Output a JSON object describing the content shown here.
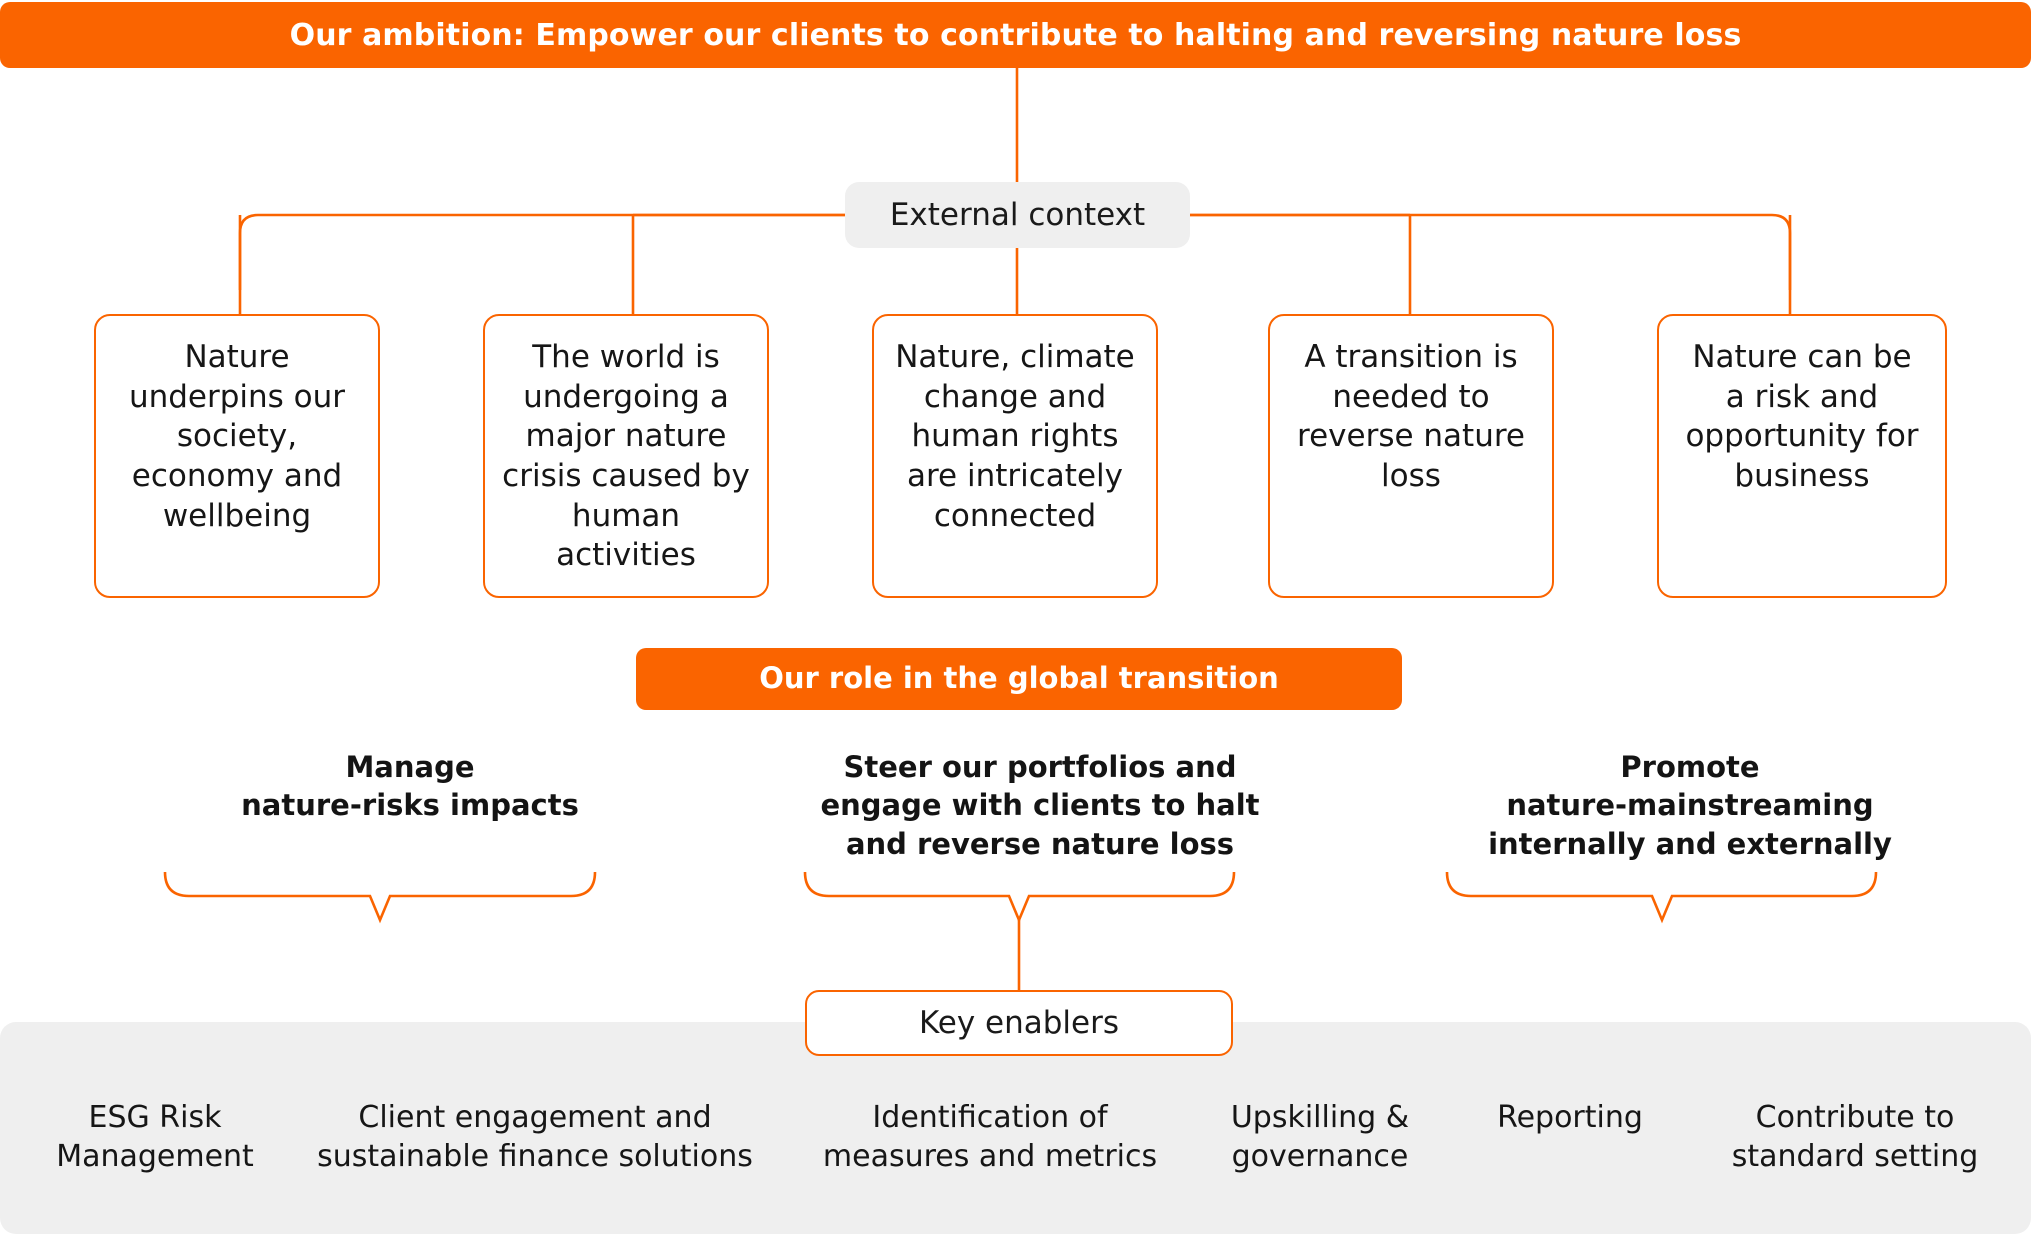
{
  "ambition": {
    "label": "Our ambition: Empower our clients to contribute to halting and reversing nature loss",
    "color": "#FA6400",
    "text_color": "#FFFFFF"
  },
  "external_context": {
    "label": "External context",
    "background": "#EFEFEF"
  },
  "context_boxes": [
    {
      "label": "Nature\nunderpins our\nsociety,\neconomy and\nwellbeing"
    },
    {
      "label": "The world is\nundergoing a\nmajor nature\ncrisis caused by\nhuman\nactivities"
    },
    {
      "label": "Nature, climate\nchange and\nhuman rights\nare intricately\nconnected"
    },
    {
      "label": "A transition is\nneeded to\nreverse nature\nloss"
    },
    {
      "label": "Nature can be\na risk and\nopportunity for\nbusiness"
    }
  ],
  "role": {
    "banner_label": "Our role in the global transition",
    "pillars": [
      {
        "label": "Manage\nnature-risks  impacts"
      },
      {
        "label": "Steer our portfolios and\nengage with clients to halt\nand reverse nature loss"
      },
      {
        "label": "Promote\nnature-mainstreaming\ninternally and externally"
      }
    ]
  },
  "key_enablers": {
    "label": "Key enablers",
    "band_background": "#EFEFEF",
    "items": [
      {
        "label": "ESG Risk\nManagement"
      },
      {
        "label": "Client engagement and\nsustainable finance solutions"
      },
      {
        "label": "Identification of\nmeasures and metrics"
      },
      {
        "label": "Upskilling &\ngovernance"
      },
      {
        "label": "Reporting"
      },
      {
        "label": "Contribute to\nstandard setting"
      }
    ]
  },
  "theme": {
    "accent": "#FA6400",
    "panel_gray": "#EFEFEF",
    "text": "#161616",
    "page_background": "#FFFFFF"
  }
}
